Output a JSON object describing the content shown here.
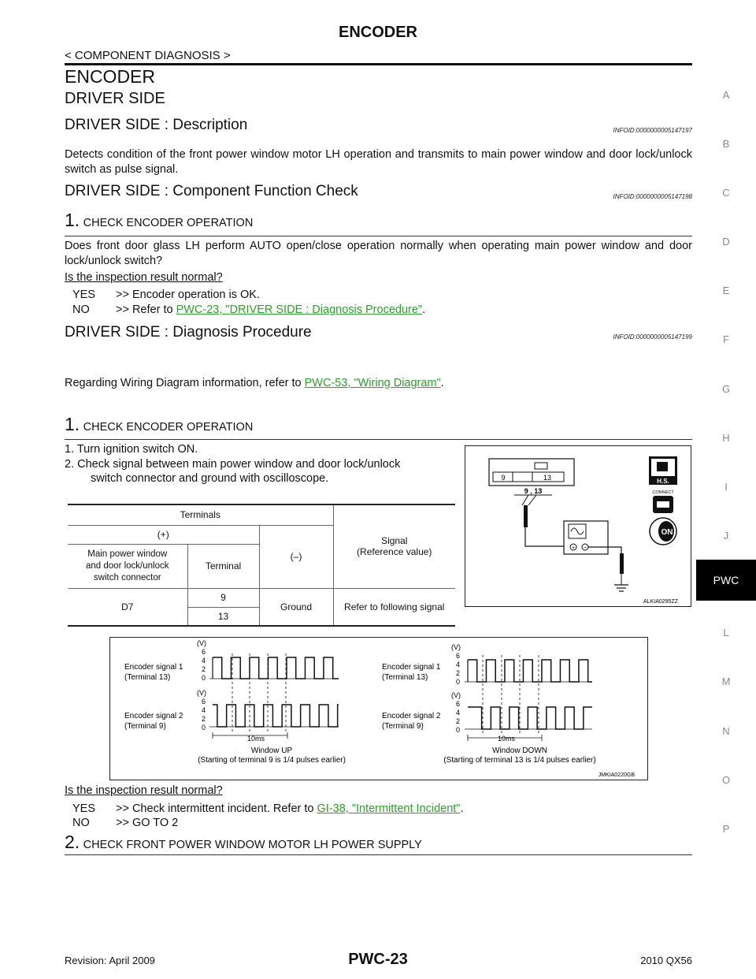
{
  "header": {
    "title": "ENCODER",
    "section": "< COMPONENT DIAGNOSIS >"
  },
  "side_index": [
    "A",
    "B",
    "C",
    "D",
    "E",
    "F",
    "G",
    "H",
    "I",
    "J",
    "PWC",
    "L",
    "M",
    "N",
    "O",
    "P"
  ],
  "side_active": "PWC",
  "content": {
    "title": "ENCODER",
    "subtitle": "DRIVER SIDE",
    "description": {
      "heading": "DRIVER SIDE : Description",
      "infoid": "INFOID:0000000005147197",
      "text": "Detects condition of the front power window motor LH operation and transmits to main power window and door lock/unlock switch as pulse signal."
    },
    "function_check": {
      "heading": "DRIVER SIDE : Component Function Check",
      "infoid": "INFOID:0000000005147198",
      "step_num": "1.",
      "step_title": "CHECK ENCODER OPERATION",
      "text": "Does front door glass LH perform AUTO open/close operation normally when operating main power window and door lock/unlock switch?",
      "question": "Is the inspection result normal?",
      "yes_label": "YES",
      "yes_text": ">> Encoder operation is OK.",
      "no_label": "NO",
      "no_text": ">> Refer to ",
      "no_link": "PWC-23, \"DRIVER SIDE : Diagnosis Procedure\"",
      "no_suffix": "."
    },
    "diagnosis": {
      "heading": "DRIVER SIDE : Diagnosis Procedure",
      "infoid": "INFOID:0000000005147199",
      "wiring_text": "Regarding Wiring Diagram information, refer to ",
      "wiring_link": "PWC-53, \"Wiring Diagram\"",
      "wiring_suffix": ".",
      "step1_num": "1.",
      "step1_title": "CHECK ENCODER OPERATION",
      "instr1": "1.   Turn ignition switch ON.",
      "instr2a": "2.   Check signal between main power window and door lock/unlock",
      "instr2b": "switch connector and ground with oscilloscope.",
      "table": {
        "terminals": "Terminals",
        "plus": "(+)",
        "minus": "(–)",
        "signal1": "Signal",
        "signal2": "(Reference value)",
        "conn1": "Main power window",
        "conn2": "and door lock/unlock",
        "conn3": "switch connector",
        "terminal": "Terminal",
        "d7": "D7",
        "t9": "9",
        "t13": "13",
        "ground": "Ground",
        "refer": "Refer to following signal"
      },
      "fig1": {
        "pin9": "9",
        "pin13": "13",
        "label": "9 , 13",
        "hs": "H.S.",
        "connect": "CONNECT",
        "on": "ON",
        "code": "ALKIA0295ZZ"
      },
      "fig2": {
        "v": "(V)",
        "y6": "6",
        "y4": "4",
        "y2": "2",
        "y0": "0",
        "enc1": "Encoder signal 1",
        "term13": "(Terminal 13)",
        "enc2": "Encoder signal 2",
        "term9": "(Terminal 9)",
        "ms": "10ms",
        "up_title": "Window UP",
        "up_note": "(Starting of terminal 9 is 1/4 pulses earlier)",
        "down_title": "Window DOWN",
        "down_note": "(Starting of terminal 13 is 1/4 pulses earlier)",
        "code": "JMKIA0220GB"
      },
      "question": "Is the inspection result normal?",
      "yes_label": "YES",
      "yes_text": ">> Check intermittent incident. Refer to ",
      "yes_link": "GI-38, \"Intermittent Incident\"",
      "yes_suffix": ".",
      "no_label": "NO",
      "no_text": ">> GO TO 2",
      "step2_num": "2.",
      "step2_title": "CHECK FRONT POWER WINDOW MOTOR LH POWER SUPPLY"
    }
  },
  "footer": {
    "revision": "Revision: April 2009",
    "page": "PWC-23",
    "model": "2010 QX56"
  }
}
